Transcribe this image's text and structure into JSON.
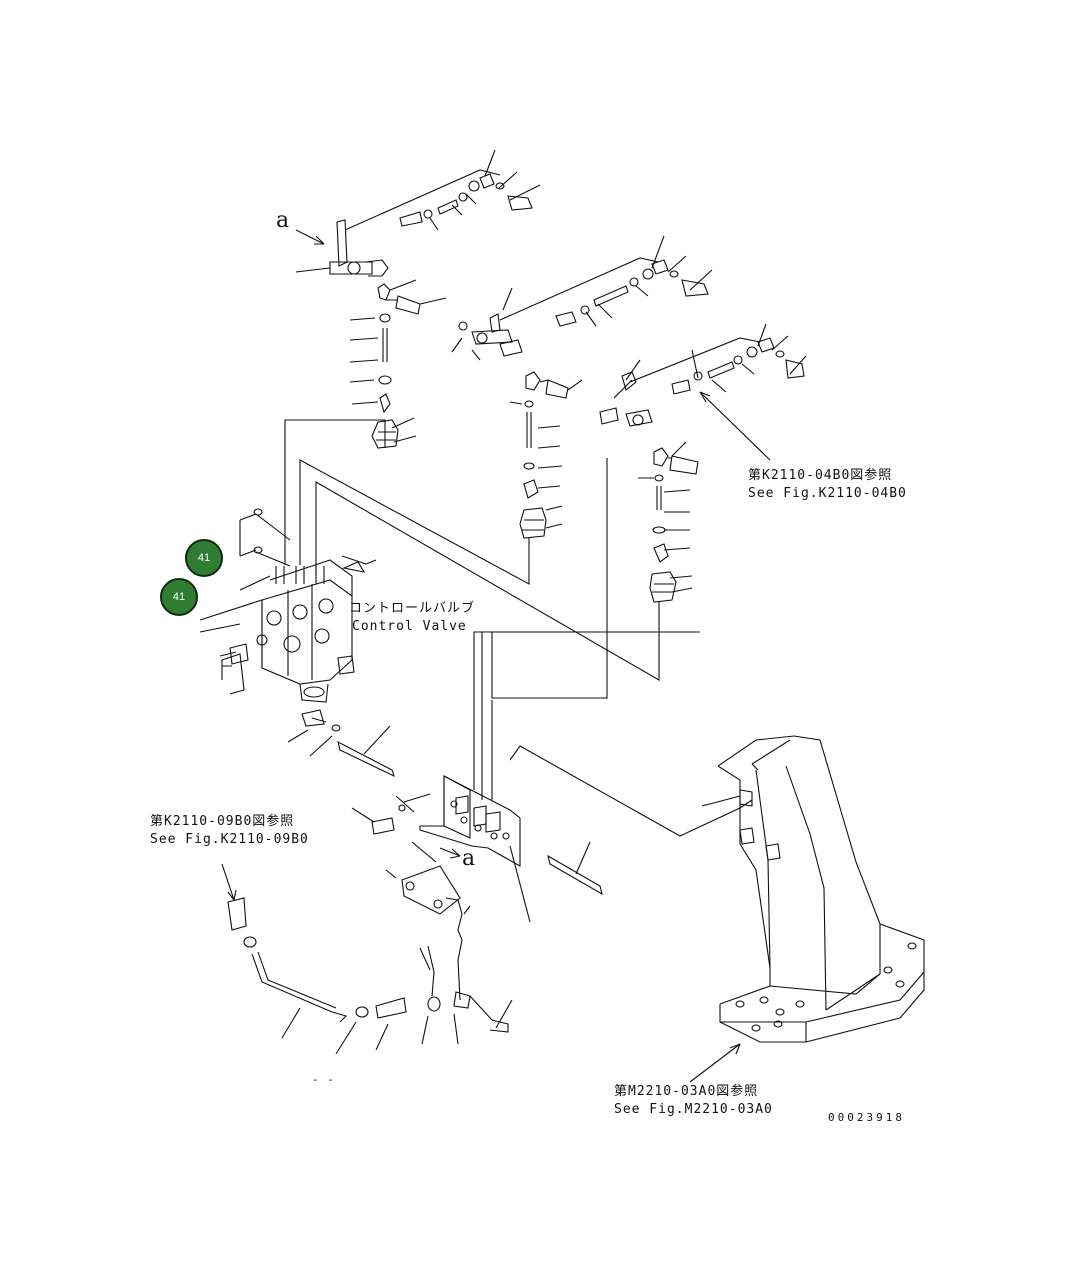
{
  "callouts": [
    {
      "label": "41"
    },
    {
      "label": "41"
    }
  ],
  "labels": {
    "control_valve_jp": "コントロールバルブ",
    "control_valve_en": "Control Valve",
    "ref_k2110_04b0_jp": "第K2110-04B0図参照",
    "ref_k2110_04b0_en": "See Fig.K2110-04B0",
    "ref_k2110_09b0_jp": "第K2110-09B0図参照",
    "ref_k2110_09b0_en": "See Fig.K2110-09B0",
    "ref_m2210_03a0_jp": "第M2210-03A0図参照",
    "ref_m2210_03a0_en": "See Fig.M2210-03A0",
    "drawing_number": "00023918",
    "marker_a_top": "a",
    "marker_a_bottom": "a",
    "bottom_dash": "- -"
  },
  "colors": {
    "callout_fill": "#2e7d32",
    "line": "#111111"
  }
}
